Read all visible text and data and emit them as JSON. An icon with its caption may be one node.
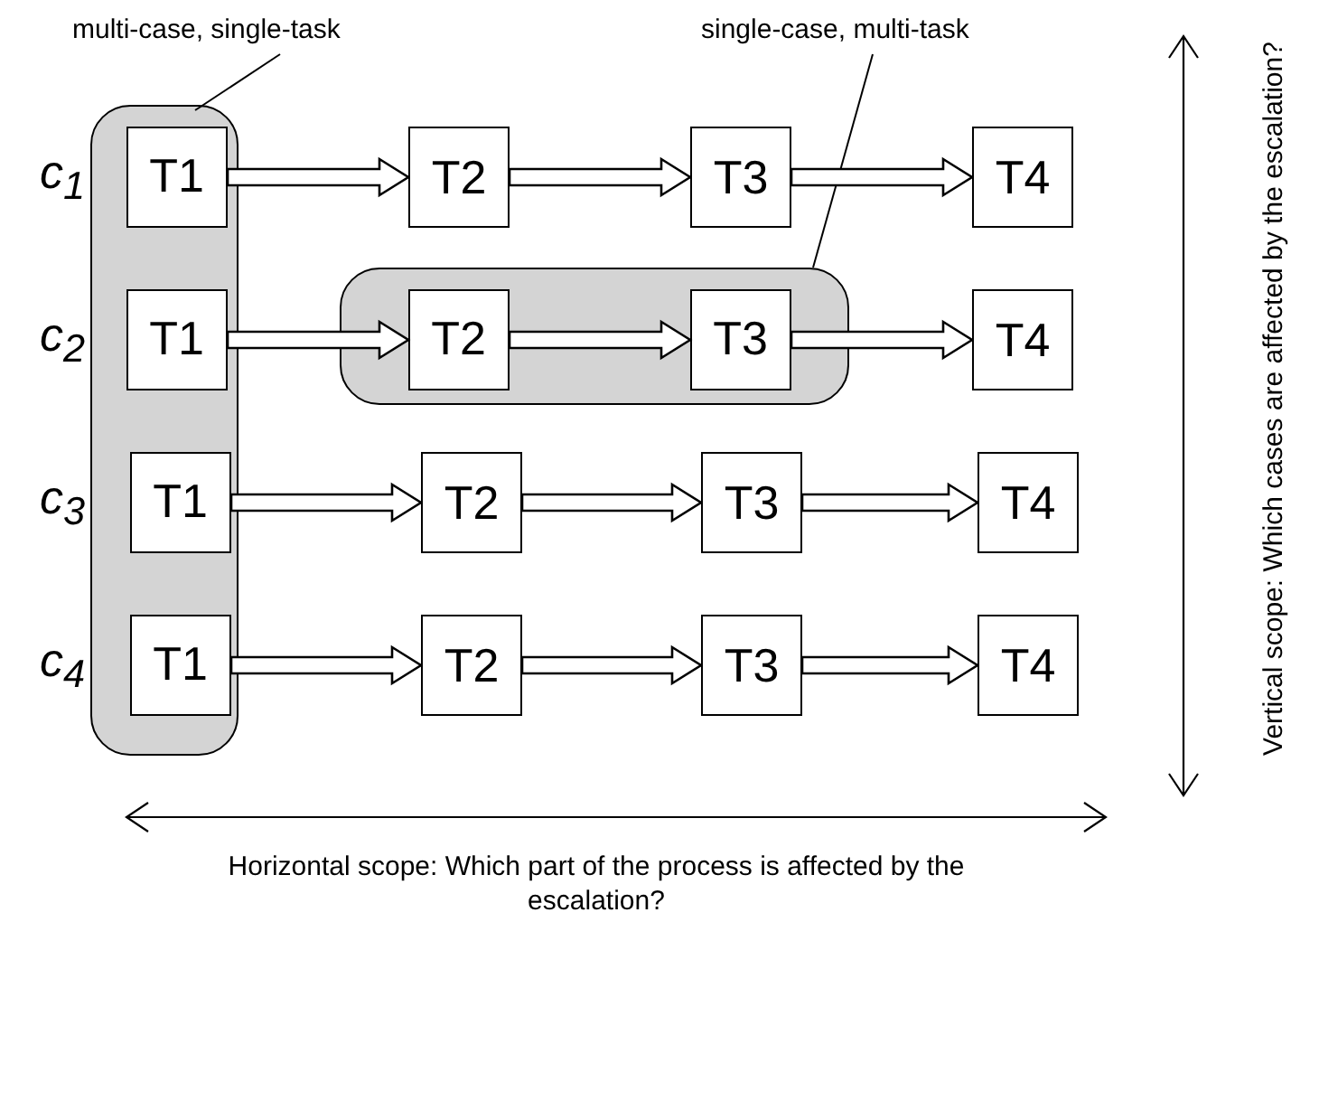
{
  "diagram": {
    "nodes": [
      {
        "text": [
          "multi-case, single-task"
        ]
      },
      {
        "text": [
          "single-case, multi-task"
        ]
      },
      {
        "text": [],
        "shape": "box"
      },
      {
        "text": [
          "T1"
        ],
        "in": 2
      },
      {
        "text": [
          "T2"
        ]
      },
      {
        "text": [
          "T3"
        ]
      },
      {
        "text": [
          "T4"
        ]
      },
      {
        "text": [],
        "shape": "box"
      },
      {
        "text": [
          "T1"
        ],
        "in": 2
      },
      {
        "text": [
          "T2"
        ],
        "in": 7
      },
      {
        "text": [
          "T3"
        ],
        "in": 7
      },
      {
        "text": [
          "T4"
        ]
      },
      {
        "text": [
          "T1"
        ],
        "in": 2
      },
      {
        "text": [
          "T2"
        ]
      },
      {
        "text": [
          "T3"
        ]
      },
      {
        "text": [
          "T4"
        ]
      },
      {
        "text": [
          "T1"
        ],
        "in": 2
      },
      {
        "text": [
          "T2"
        ]
      },
      {
        "text": [
          "T3"
        ]
      },
      {
        "text": [
          "T4"
        ]
      }
    ],
    "edges": [
      {
        "from": 0,
        "to": 2,
        "arrow": "none"
      },
      {
        "from": 1,
        "to": 7,
        "arrow": "none"
      },
      {
        "from": 3,
        "to": 4,
        "arrow": "to"
      },
      {
        "from": 4,
        "to": 5,
        "arrow": "to"
      },
      {
        "from": 5,
        "to": 6,
        "arrow": "to"
      },
      {
        "from": 8,
        "to": 9,
        "arrow": "to"
      },
      {
        "from": 9,
        "to": 10,
        "arrow": "to"
      },
      {
        "from": 10,
        "to": 11,
        "arrow": "to"
      },
      {
        "from": 12,
        "to": 13,
        "arrow": "to"
      },
      {
        "from": 13,
        "to": 14,
        "arrow": "to"
      },
      {
        "from": 14,
        "to": 15,
        "arrow": "to"
      },
      {
        "from": 16,
        "to": 17,
        "arrow": "to"
      },
      {
        "from": 17,
        "to": 18,
        "arrow": "to"
      },
      {
        "from": 18,
        "to": 19,
        "arrow": "to"
      }
    ],
    "labels": [
      "c$_{1}$",
      "c$_{2}$",
      "c$_{3}$",
      "c$_{4}$",
      "Vertical scope: Which cases are affected by the escalation?",
      "Horizontal scope: Which part of the process is affected by the escalation?"
    ]
  }
}
